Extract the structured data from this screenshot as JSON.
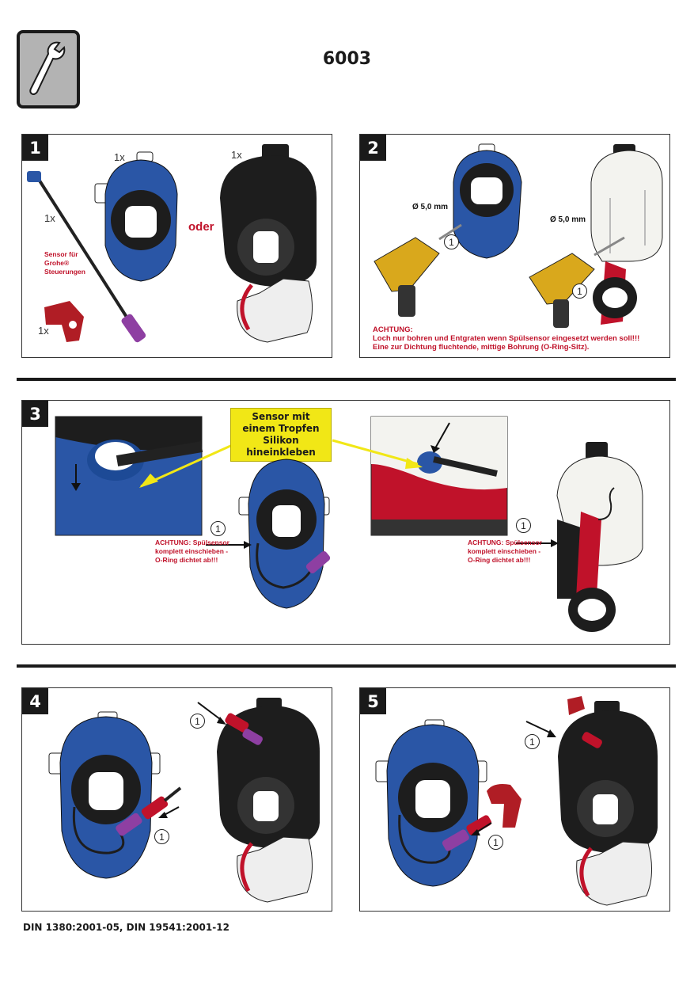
{
  "header": {
    "title": "6003"
  },
  "step1": {
    "number": "1",
    "qty_sensor": "1x",
    "qty_cable": "1x",
    "qty_clip": "1x",
    "qty_siphon": "1x",
    "sensor_note": "Sensor für Grohe® Steuerungen",
    "oder": "oder"
  },
  "step2": {
    "number": "2",
    "dim_a": "Ø 5,0 mm",
    "dim_b": "Ø 5,0 mm",
    "mark_a": "1",
    "mark_b": "1",
    "warning_title": "ACHTUNG:",
    "warning_line1": "Loch nur bohren und Entgraten wenn Spülsensor eingesetzt werden soll!!!",
    "warning_line2": "Eine zur Dichtung fluchtende, mittige Bohrung (O-Ring-Sitz)."
  },
  "step3": {
    "number": "3",
    "callout": "Sensor mit einem Tropfen Silikon hineinkleben",
    "mark_a": "1",
    "mark_b": "1",
    "warn_a": "ACHTUNG: Spülsensor komplett einschieben - O-Ring dichtet ab!!!",
    "warn_b": "ACHTUNG: Spülsensor komplett einschieben - O-Ring dichtet ab!!!"
  },
  "step4": {
    "number": "4",
    "mark_a": "1",
    "mark_b": "1"
  },
  "step5": {
    "number": "5",
    "mark_a": "1",
    "mark_b": "1"
  },
  "footer": {
    "norms": "DIN 1380:2001-05, DIN 19541:2001-12"
  },
  "colors": {
    "blue": "#2a56a6",
    "red": "#c0122a",
    "black": "#1d1d1d",
    "yellow": "#f1e716",
    "purple": "#8e3fa2"
  }
}
